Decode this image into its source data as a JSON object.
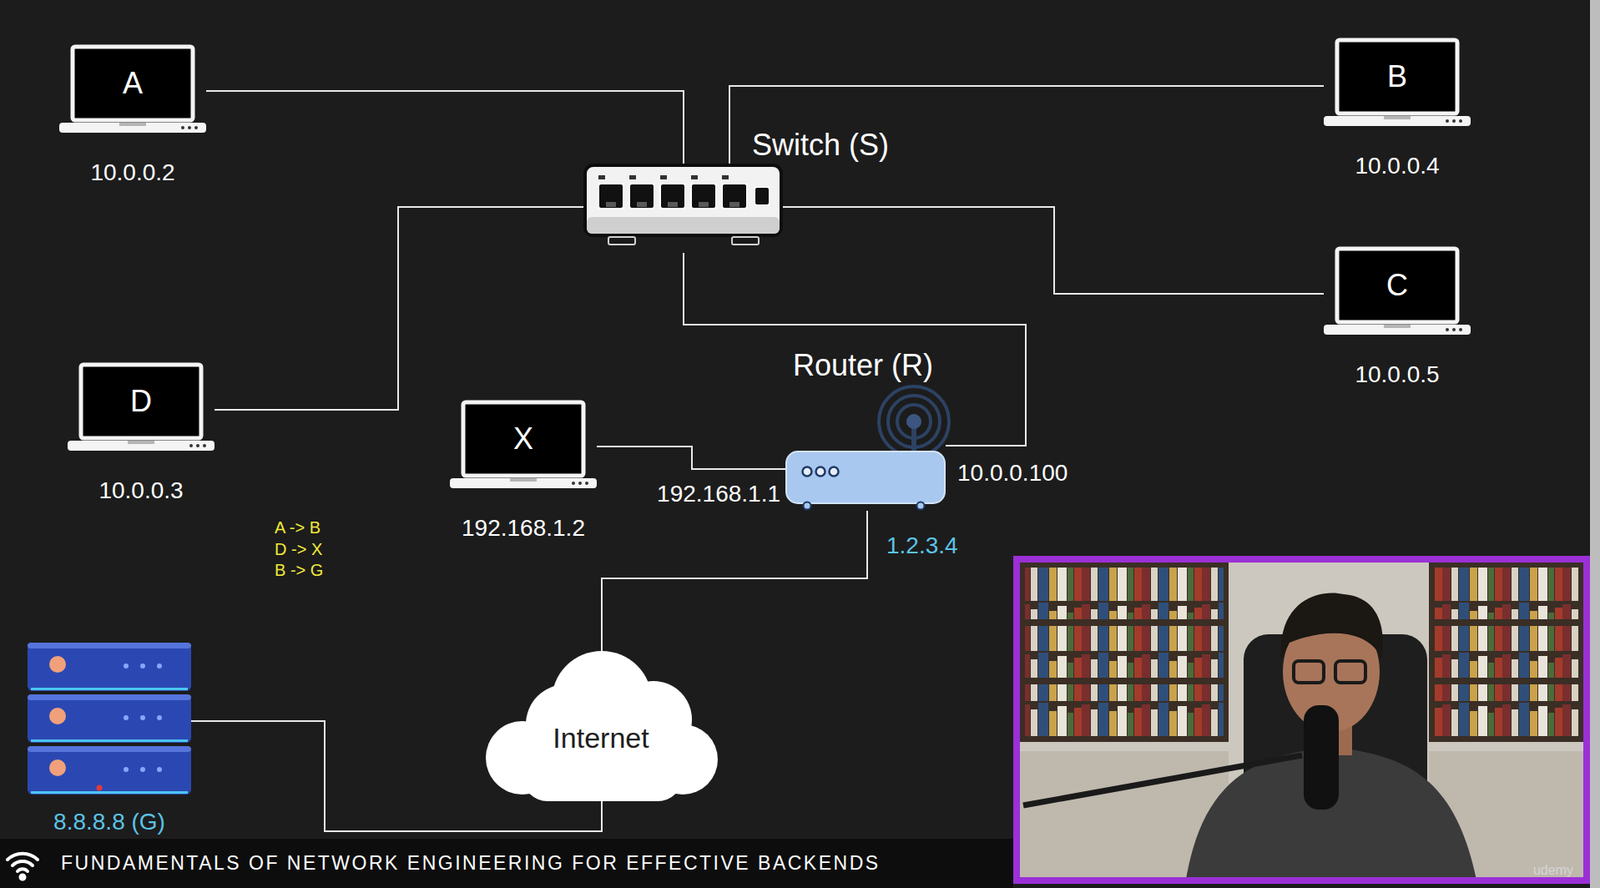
{
  "diagram": {
    "nodes": [
      {
        "text": [
          "A",
          "10.0.0.2"
        ]
      },
      {
        "text": [
          "Switch (S)"
        ]
      },
      {
        "text": [
          "B",
          "10.0.0.4"
        ]
      },
      {
        "text": [
          "C",
          "10.0.0.5"
        ]
      },
      {
        "text": [
          "D",
          "10.0.0.3"
        ]
      },
      {
        "text": [
          "X",
          "192.168.1.2"
        ]
      },
      {
        "text": [
          "Router (R)",
          "192.168.1.1",
          "10.0.0.100",
          "1.2.3.4"
        ]
      },
      {
        "text": [
          "Internet"
        ]
      },
      {
        "text": [
          "8.8.8.8 (G)"
        ]
      }
    ],
    "edges": [
      {
        "from": 0,
        "to": 1,
        "arrow": "none"
      },
      {
        "from": 2,
        "to": 1,
        "arrow": "none"
      },
      {
        "from": 4,
        "to": 1,
        "arrow": "none"
      },
      {
        "from": 3,
        "to": 1,
        "arrow": "none"
      },
      {
        "from": 1,
        "to": 6,
        "arrow": "none"
      },
      {
        "from": 5,
        "to": 6,
        "arrow": "none"
      },
      {
        "from": 6,
        "to": 7,
        "arrow": "none"
      },
      {
        "from": 8,
        "to": 7,
        "arrow": "none"
      }
    ],
    "labels": [
      "A -> B",
      "D -> X",
      "B -> G",
      "FUNDAMENTALS OF NETWORK ENGINEERING FOR EFFECTIVE BACKENDS",
      "udemy"
    ]
  }
}
